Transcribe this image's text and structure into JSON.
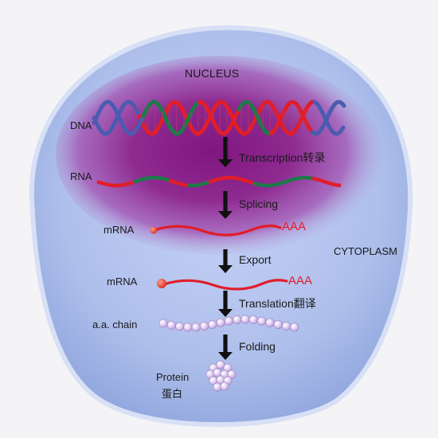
{
  "regions": {
    "nucleus": "NUCLEUS",
    "cytoplasm": "CYTOPLASM"
  },
  "molecules": {
    "dna": "DNA",
    "rna": "RNA",
    "mrna_nucleus": "mRNA",
    "mrna_cytoplasm": "mRNA",
    "aa_chain": "a.a. chain",
    "protein": "Protein",
    "protein_cn": "蛋白",
    "polya_1": "AAA",
    "polya_2": "AAA"
  },
  "steps": {
    "transcription": "Transcription转录",
    "splicing": "Splicing",
    "export": "Export",
    "translation": "Translation翻译",
    "folding": "Folding"
  },
  "colors": {
    "cell_fill": "#b9c8ef",
    "cell_rim": "#c8d3f4",
    "nucleus_core": "#8b1a86",
    "strand_red": "#e11d2a",
    "strand_green": "#1d7a4a",
    "strand_blue": "#4b5bb0",
    "bead": "#d8c3ee",
    "arrow": "#111111"
  }
}
